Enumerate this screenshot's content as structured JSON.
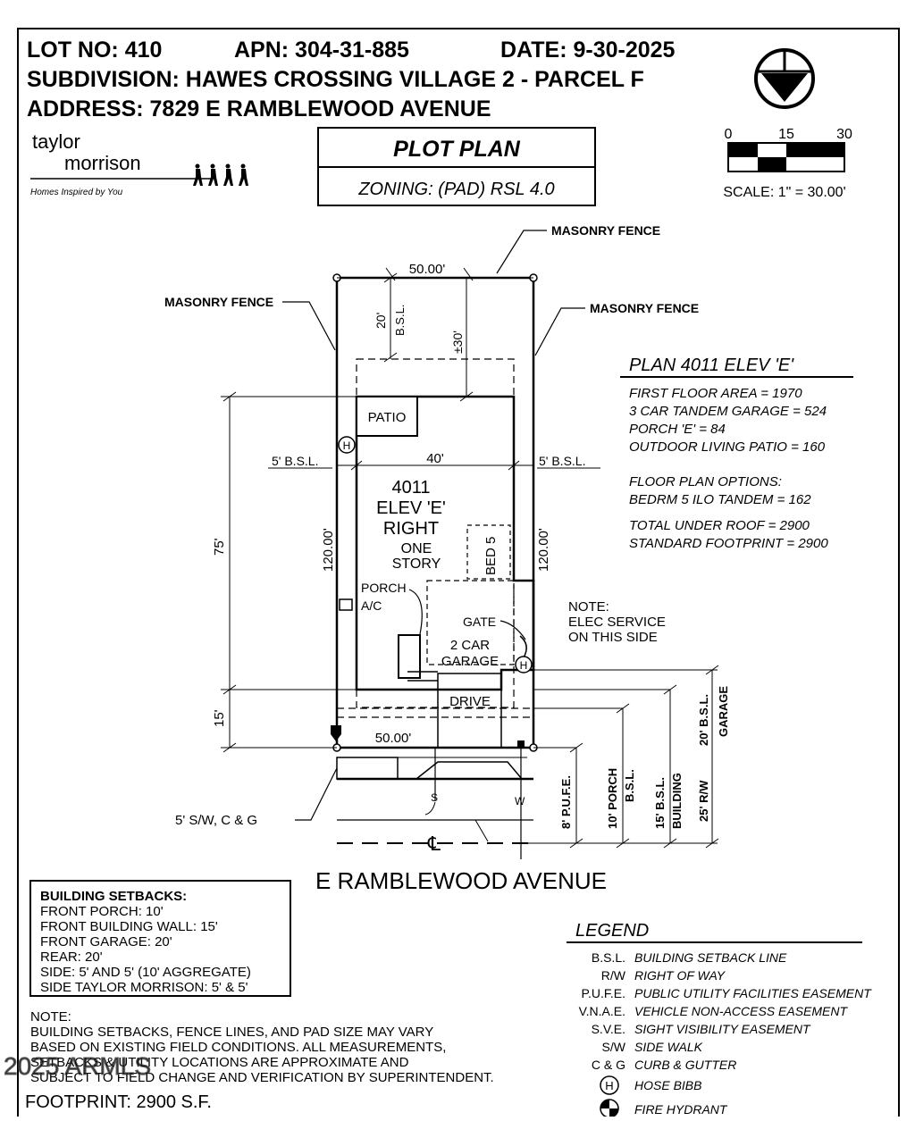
{
  "header": {
    "lot": "LOT NO: 410",
    "apn": "APN: 304-31-885",
    "date": "DATE: 9-30-2025",
    "subdivision": "SUBDIVISION: HAWES CROSSING VILLAGE 2 - PARCEL F",
    "address": "ADDRESS: 7829 E RAMBLEWOOD AVENUE"
  },
  "logo": {
    "line1": "taylor",
    "line2": "morrison",
    "tagline": "Homes Inspired by You"
  },
  "title_block": {
    "title": "PLOT PLAN",
    "zoning": "ZONING: (PAD) RSL 4.0"
  },
  "scale_bar": {
    "ticks": [
      "0",
      "15",
      "30"
    ],
    "scale": "SCALE: 1\" = 30.00'"
  },
  "plan_info": {
    "title": "PLAN 4011 ELEV 'E'",
    "lines": [
      "FIRST FLOOR AREA = 1970",
      "3 CAR TANDEM GARAGE = 524",
      "PORCH 'E' = 84",
      "OUTDOOR LIVING PATIO = 160"
    ],
    "options_title": "FLOOR PLAN OPTIONS:",
    "options": [
      "BEDRM 5 ILO TANDEM = 162"
    ],
    "totals": [
      "TOTAL UNDER ROOF = 2900",
      "STANDARD FOOTPRINT = 2900"
    ]
  },
  "site": {
    "masonry_fence": "MASONRY FENCE",
    "top_width": "50.00'",
    "bottom_width": "50.00'",
    "rear_bsl": "20'",
    "bsl_abbrev": "B.S.L.",
    "depth_30": "±30'",
    "patio": "PATIO",
    "side_bsl": "5' B.S.L.",
    "house_width": "40'",
    "house_plan": "4011",
    "house_elev": "ELEV 'E'",
    "house_hand": "RIGHT",
    "house_one": "ONE",
    "house_story": "STORY",
    "bed5": "BED 5",
    "porch": "PORCH",
    "ac": "A/C",
    "gate": "GATE",
    "garage_line1": "2 CAR",
    "garage_line2": "GARAGE",
    "drive": "DRIVE",
    "lot_depth": "120.00'",
    "dim_75": "75'",
    "dim_15": "15'",
    "note_title": "NOTE:",
    "note_line1": "ELEC SERVICE",
    "note_line2": "ON THIS SIDE",
    "hose_symbol": "H",
    "sw_cg": "5' S/W, C & G",
    "pufe": "8' P.U.F.E.",
    "porch_bsl_1": "10' PORCH",
    "porch_bsl_2": "B.S.L.",
    "bldg_bsl_1": "15' B.S.L.",
    "bldg_bsl_2": "BUILDING",
    "rw": "25' R/W",
    "garage_bsl_1": "20' B.S.L.",
    "garage_bsl_2": "GARAGE",
    "s_marker": "S",
    "w_marker": "W",
    "centerline": "℄",
    "street": "E  RAMBLEWOOD  AVENUE"
  },
  "setbacks": {
    "title": "BUILDING SETBACKS:",
    "lines": [
      "FRONT PORCH: 10'",
      "FRONT BUILDING WALL: 15'",
      "FRONT GARAGE: 20'",
      "REAR: 20'",
      "SIDE: 5' AND 5' (10' AGGREGATE)",
      "SIDE TAYLOR MORRISON: 5' & 5'"
    ]
  },
  "note": {
    "title": "NOTE:",
    "lines": [
      "BUILDING SETBACKS, FENCE LINES, AND PAD SIZE MAY VARY",
      "BASED ON EXISTING FIELD CONDITIONS.  ALL MEASUREMENTS,",
      "SETBACKS & UTILITY LOCATIONS ARE APPROXIMATE AND",
      "SUBJECT TO FIELD CHANGE AND VERIFICATION BY SUPERINTENDENT."
    ]
  },
  "footprint": "FOOTPRINT: 2900 S.F.",
  "watermark": "2025 ARMLS",
  "legend": {
    "title": "LEGEND",
    "items": [
      {
        "abbr": "B.S.L.",
        "desc": "BUILDING SETBACK LINE"
      },
      {
        "abbr": "R/W",
        "desc": "RIGHT OF WAY"
      },
      {
        "abbr": "P.U.F.E.",
        "desc": "PUBLIC UTILITY FACILITIES EASEMENT"
      },
      {
        "abbr": "V.N.A.E.",
        "desc": "VEHICLE NON-ACCESS EASEMENT"
      },
      {
        "abbr": "S.V.E.",
        "desc": "SIGHT VISIBILITY EASEMENT"
      },
      {
        "abbr": "S/W",
        "desc": "SIDE WALK"
      },
      {
        "abbr": "C & G",
        "desc": "CURB & GUTTER"
      }
    ],
    "hose_symbol": "H",
    "hose_label": "HOSE BIBB",
    "hydrant_label": "FIRE HYDRANT"
  }
}
